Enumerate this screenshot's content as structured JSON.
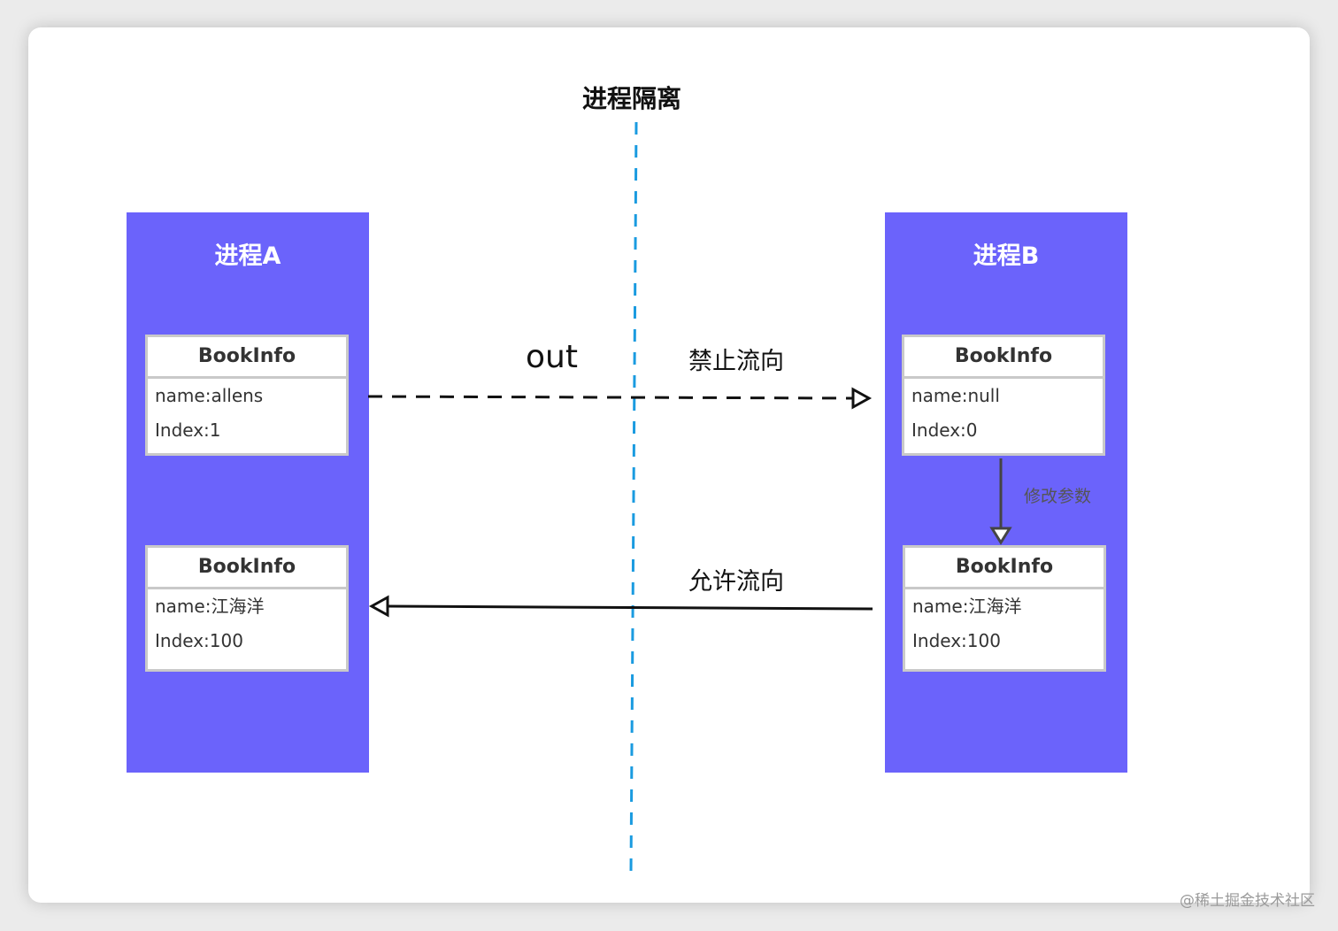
{
  "header": {
    "title": "进程隔离"
  },
  "colors": {
    "process_fill": "#6b63fb",
    "isolation_line": "#1a9be0",
    "arrow": "#111111",
    "card_border": "#c9c9c9"
  },
  "process_a": {
    "title": "进程A",
    "cards": [
      {
        "title": "BookInfo",
        "name": "name:allens",
        "index": "Index:1"
      },
      {
        "title": "BookInfo",
        "name": "name:江海洋",
        "index": "Index:100"
      }
    ]
  },
  "process_b": {
    "title": "进程B",
    "cards": [
      {
        "title": "BookInfo",
        "name": "name:null",
        "index": "Index:0"
      },
      {
        "title": "BookInfo",
        "name": "name:江海洋",
        "index": "Index:100"
      }
    ]
  },
  "arrows": {
    "out_label": "out",
    "forbidden_label": "禁止流向",
    "allowed_label": "允许流向",
    "modify_label": "修改参数"
  },
  "watermark": "@稀土掘金技术社区"
}
